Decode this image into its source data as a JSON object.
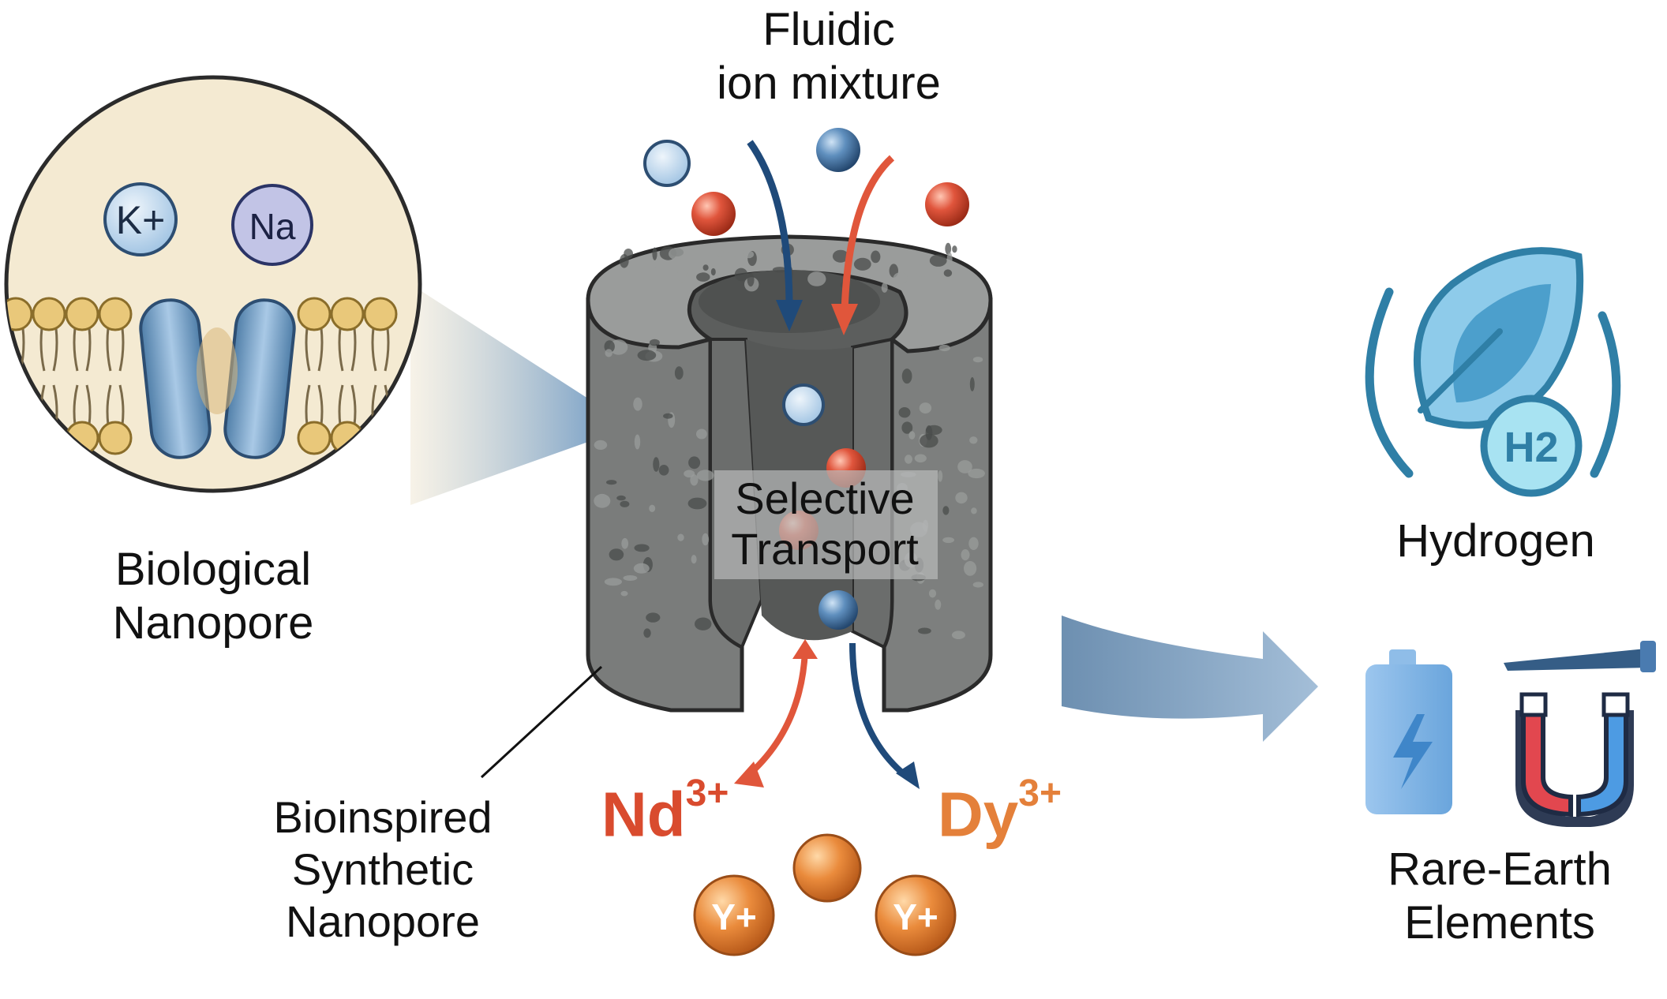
{
  "labels": {
    "fluidic_line1": "Fluidic",
    "fluidic_line2": "ion mixture",
    "biological_line1": "Biological",
    "biological_line2": "Nanopore",
    "bioinspired_line1": "Bioinspired",
    "bioinspired_line2": "Synthetic",
    "bioinspired_line3": "Nanopore",
    "selective_line1": "Selective",
    "selective_line2": "Transport",
    "hydrogen": "Hydrogen",
    "ree_line1": "Rare-Earth",
    "ree_line2": "Elements"
  },
  "ions": {
    "k": "K+",
    "na": "Na",
    "nd_base": "Nd",
    "nd_charge": "3+",
    "dy_base": "Dy",
    "dy_charge": "3+",
    "y": "Y+",
    "h2": "H2"
  },
  "colors": {
    "membrane_head": "#e9c87a",
    "channel_protein": "#6f9bc4",
    "pore_gray": "#7b7d7c",
    "ion_blue": "#2f5f8f",
    "ion_red": "#d9503a",
    "ion_orange": "#e98a3c",
    "nd_red": "#d94b2e",
    "dy_orange": "#e4803a",
    "flow_blue": "#6d93b6",
    "hydrogen_teal": "#2f7fa6"
  },
  "icons": [
    "biological-nanopore-zoom-icon",
    "synthetic-nanopore-icon",
    "leaf-icon",
    "h2-badge-icon",
    "battery-icon",
    "magnet-icon"
  ]
}
